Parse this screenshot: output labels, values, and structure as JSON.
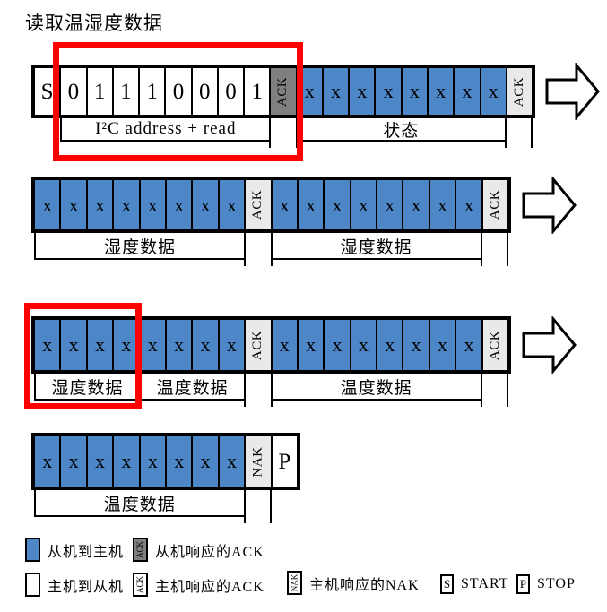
{
  "title": "读取温湿度数据",
  "colors": {
    "slave_fill": "#4E87C7",
    "slave_ack_fill": "#7F7F7F",
    "master_ack_fill": "#E9E9E9",
    "master_fill": "#FFFFFF",
    "highlight": "#FF0000",
    "line": "#000000"
  },
  "rows": [
    {
      "name": "address-and-status",
      "cells": [
        {
          "text": "S",
          "type": "master"
        },
        {
          "text": "0",
          "type": "master"
        },
        {
          "text": "1",
          "type": "master"
        },
        {
          "text": "1",
          "type": "master"
        },
        {
          "text": "1",
          "type": "master"
        },
        {
          "text": "0",
          "type": "master"
        },
        {
          "text": "0",
          "type": "master"
        },
        {
          "text": "0",
          "type": "master"
        },
        {
          "text": "1",
          "type": "master"
        },
        {
          "text": "ACK",
          "type": "slave_ack",
          "rotated": true
        },
        {
          "text": "x",
          "type": "slave"
        },
        {
          "text": "x",
          "type": "slave"
        },
        {
          "text": "x",
          "type": "slave"
        },
        {
          "text": "x",
          "type": "slave"
        },
        {
          "text": "x",
          "type": "slave"
        },
        {
          "text": "x",
          "type": "slave"
        },
        {
          "text": "x",
          "type": "slave"
        },
        {
          "text": "x",
          "type": "slave"
        },
        {
          "text": "ACK",
          "type": "master_ack",
          "rotated": true
        }
      ],
      "labels": [
        {
          "text": "I²C address + read",
          "from": 1,
          "to": 8
        },
        {
          "text": "状态",
          "from": 10,
          "to": 17
        }
      ],
      "arrow": true,
      "highlighted": true
    },
    {
      "name": "humidity-data",
      "cells": [
        {
          "text": "x",
          "type": "slave"
        },
        {
          "text": "x",
          "type": "slave"
        },
        {
          "text": "x",
          "type": "slave"
        },
        {
          "text": "x",
          "type": "slave"
        },
        {
          "text": "x",
          "type": "slave"
        },
        {
          "text": "x",
          "type": "slave"
        },
        {
          "text": "x",
          "type": "slave"
        },
        {
          "text": "x",
          "type": "slave"
        },
        {
          "text": "ACK",
          "type": "master_ack",
          "rotated": true
        },
        {
          "text": "x",
          "type": "slave"
        },
        {
          "text": "x",
          "type": "slave"
        },
        {
          "text": "x",
          "type": "slave"
        },
        {
          "text": "x",
          "type": "slave"
        },
        {
          "text": "x",
          "type": "slave"
        },
        {
          "text": "x",
          "type": "slave"
        },
        {
          "text": "x",
          "type": "slave"
        },
        {
          "text": "x",
          "type": "slave"
        },
        {
          "text": "ACK",
          "type": "master_ack",
          "rotated": true
        }
      ],
      "labels": [
        {
          "text": "湿度数据",
          "from": 0,
          "to": 7
        },
        {
          "text": "湿度数据",
          "from": 9,
          "to": 16
        }
      ],
      "arrow": true,
      "highlighted": false
    },
    {
      "name": "humidity-temperature-data",
      "cells": [
        {
          "text": "x",
          "type": "slave"
        },
        {
          "text": "x",
          "type": "slave"
        },
        {
          "text": "x",
          "type": "slave"
        },
        {
          "text": "x",
          "type": "slave"
        },
        {
          "text": "x",
          "type": "slave"
        },
        {
          "text": "x",
          "type": "slave"
        },
        {
          "text": "x",
          "type": "slave"
        },
        {
          "text": "x",
          "type": "slave"
        },
        {
          "text": "ACK",
          "type": "master_ack",
          "rotated": true
        },
        {
          "text": "x",
          "type": "slave"
        },
        {
          "text": "x",
          "type": "slave"
        },
        {
          "text": "x",
          "type": "slave"
        },
        {
          "text": "x",
          "type": "slave"
        },
        {
          "text": "x",
          "type": "slave"
        },
        {
          "text": "x",
          "type": "slave"
        },
        {
          "text": "x",
          "type": "slave"
        },
        {
          "text": "x",
          "type": "slave"
        },
        {
          "text": "ACK",
          "type": "master_ack",
          "rotated": true
        }
      ],
      "labels": [
        {
          "text": "湿度数据",
          "from": 0,
          "to": 3
        },
        {
          "text": "温度数据",
          "from": 4,
          "to": 7
        },
        {
          "text": "温度数据",
          "from": 9,
          "to": 16
        }
      ],
      "arrow": true,
      "highlighted": true
    },
    {
      "name": "temperature-data-stop",
      "cells": [
        {
          "text": "x",
          "type": "slave"
        },
        {
          "text": "x",
          "type": "slave"
        },
        {
          "text": "x",
          "type": "slave"
        },
        {
          "text": "x",
          "type": "slave"
        },
        {
          "text": "x",
          "type": "slave"
        },
        {
          "text": "x",
          "type": "slave"
        },
        {
          "text": "x",
          "type": "slave"
        },
        {
          "text": "x",
          "type": "slave"
        },
        {
          "text": "NAK",
          "type": "master_ack",
          "rotated": true
        },
        {
          "text": "P",
          "type": "master"
        }
      ],
      "labels": [
        {
          "text": "温度数据",
          "from": 0,
          "to": 7
        }
      ],
      "arrow": false,
      "highlighted": false
    }
  ],
  "legend": {
    "items": [
      {
        "swatch": "slave",
        "swatch_text": "",
        "label": "从机到主机"
      },
      {
        "swatch": "slave_ack",
        "swatch_text": "ACK",
        "label": "从机响应的ACK"
      },
      {
        "swatch": "master",
        "swatch_text": "",
        "label": "主机到从机"
      },
      {
        "swatch": "master_ack",
        "swatch_text": "ACK",
        "label": "主机响应的ACK"
      },
      {
        "swatch": "master_ack",
        "swatch_text": "NAK",
        "label": "主机响应的NAK"
      },
      {
        "swatch": "start",
        "swatch_text": "S",
        "label": "START"
      },
      {
        "swatch": "stop",
        "swatch_text": "P",
        "label": "STOP"
      }
    ]
  }
}
